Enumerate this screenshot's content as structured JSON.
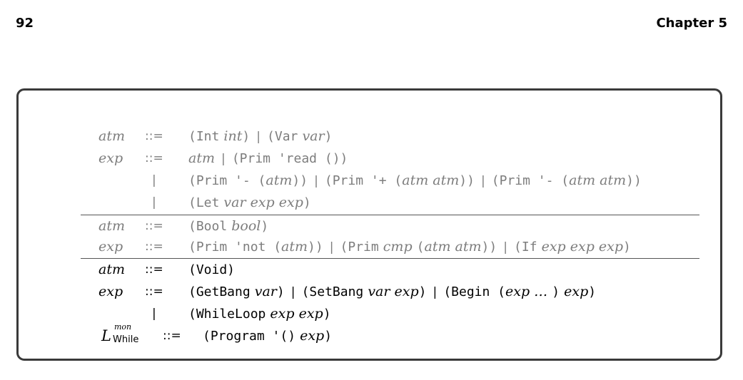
{
  "header": {
    "page_number": "92",
    "chapter": "Chapter 5"
  },
  "grammar": {
    "section1": {
      "atm": {
        "nt": "atm",
        "op": "::=",
        "parts": [
          "(Int",
          "int",
          ")",
          "|",
          "(Var",
          "var",
          ")"
        ]
      },
      "exp1": {
        "nt": "exp",
        "op": "::=",
        "parts": [
          "atm",
          "|",
          "(Prim 'read ())"
        ]
      },
      "exp2": {
        "bar": "|",
        "parts": [
          "(Prim '- (",
          "atm",
          "))",
          "|",
          "(Prim '+ (",
          "atm atm",
          "))",
          "|",
          "(Prim '- (",
          "atm atm",
          "))"
        ]
      },
      "exp3": {
        "bar": "|",
        "parts": [
          "(Let",
          "var exp exp",
          ")"
        ]
      }
    },
    "section2": {
      "atm": {
        "nt": "atm",
        "op": "::=",
        "parts": [
          "(Bool",
          "bool",
          ")"
        ]
      },
      "exp": {
        "nt": "exp",
        "op": "::=",
        "parts": [
          "(Prim 'not (",
          "atm",
          "))",
          "|",
          "(Prim",
          "cmp",
          "(",
          "atm atm",
          "))",
          "|",
          "(If",
          "exp exp exp",
          ")"
        ]
      }
    },
    "section3": {
      "atm": {
        "nt": "atm",
        "op": "::=",
        "parts": [
          "(Void)"
        ]
      },
      "exp1": {
        "nt": "exp",
        "op": "::=",
        "parts": [
          "(GetBang",
          "var",
          ")",
          "|",
          "(SetBang",
          "var exp",
          ")",
          "|",
          "(Begin (",
          "exp …",
          ")",
          "exp",
          ")"
        ]
      },
      "exp2": {
        "bar": "|",
        "parts": [
          "(WhileLoop",
          "exp exp",
          ")"
        ]
      }
    },
    "program": {
      "lang_letter": "L",
      "lang_sup": "mon",
      "lang_sub": "While",
      "op": "::=",
      "parts": [
        "(Program '()",
        "exp",
        ")"
      ]
    }
  }
}
